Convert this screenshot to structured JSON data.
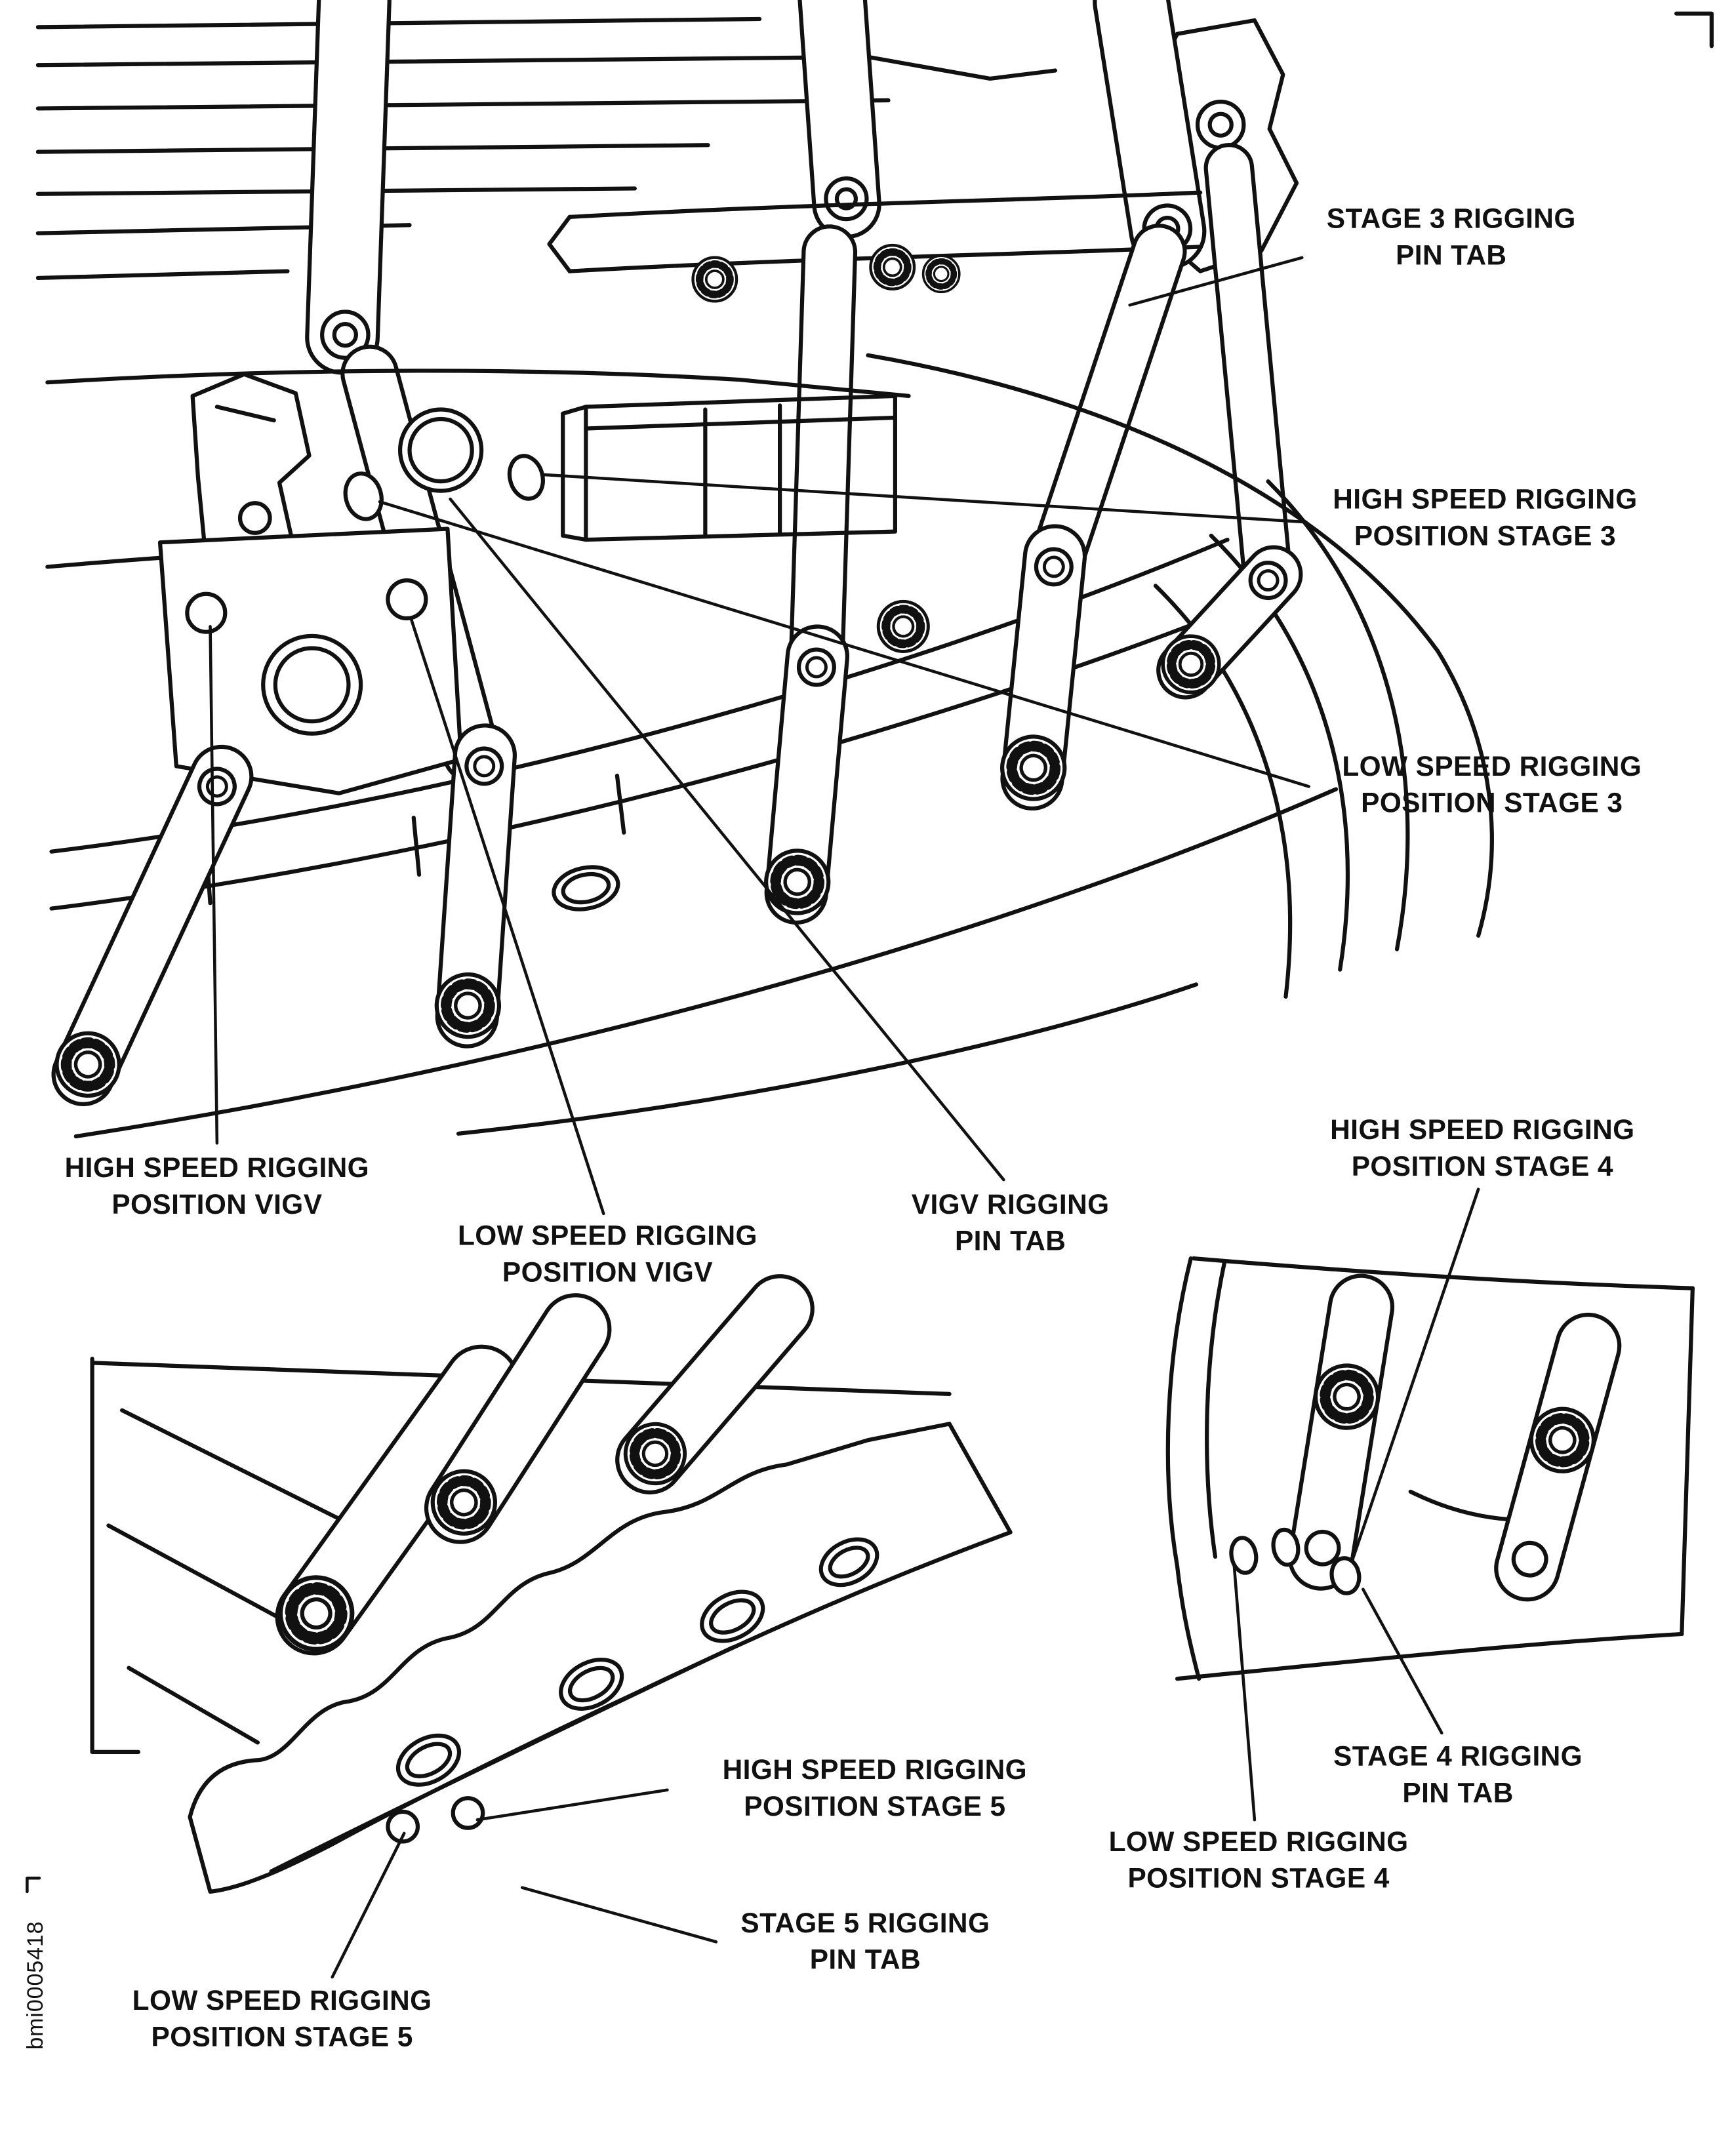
{
  "figure": {
    "figure_id": "bmi0005418",
    "colors": {
      "line": "#111111",
      "background": "#ffffff"
    },
    "labels": {
      "stage3_pin_tab": "STAGE 3 RIGGING\nPIN TAB",
      "hs_stage3": "HIGH SPEED RIGGING\nPOSITION STAGE 3",
      "ls_stage3": "LOW SPEED RIGGING\nPOSITION STAGE 3",
      "hs_vigv": "HIGH SPEED RIGGING\nPOSITION VIGV",
      "ls_vigv": "LOW SPEED RIGGING\nPOSITION VIGV",
      "vigv_pin_tab": "VIGV RIGGING\nPIN TAB",
      "hs_stage4": "HIGH SPEED RIGGING\nPOSITION STAGE 4",
      "stage4_pin_tab": "STAGE 4 RIGGING\nPIN TAB",
      "ls_stage4": "LOW SPEED RIGGING\nPOSITION STAGE 4",
      "hs_stage5": "HIGH SPEED RIGGING\nPOSITION STAGE 5",
      "stage5_pin_tab": "STAGE 5 RIGGING\nPIN TAB",
      "ls_stage5": "LOW SPEED RIGGING\nPOSITION STAGE 5"
    }
  }
}
